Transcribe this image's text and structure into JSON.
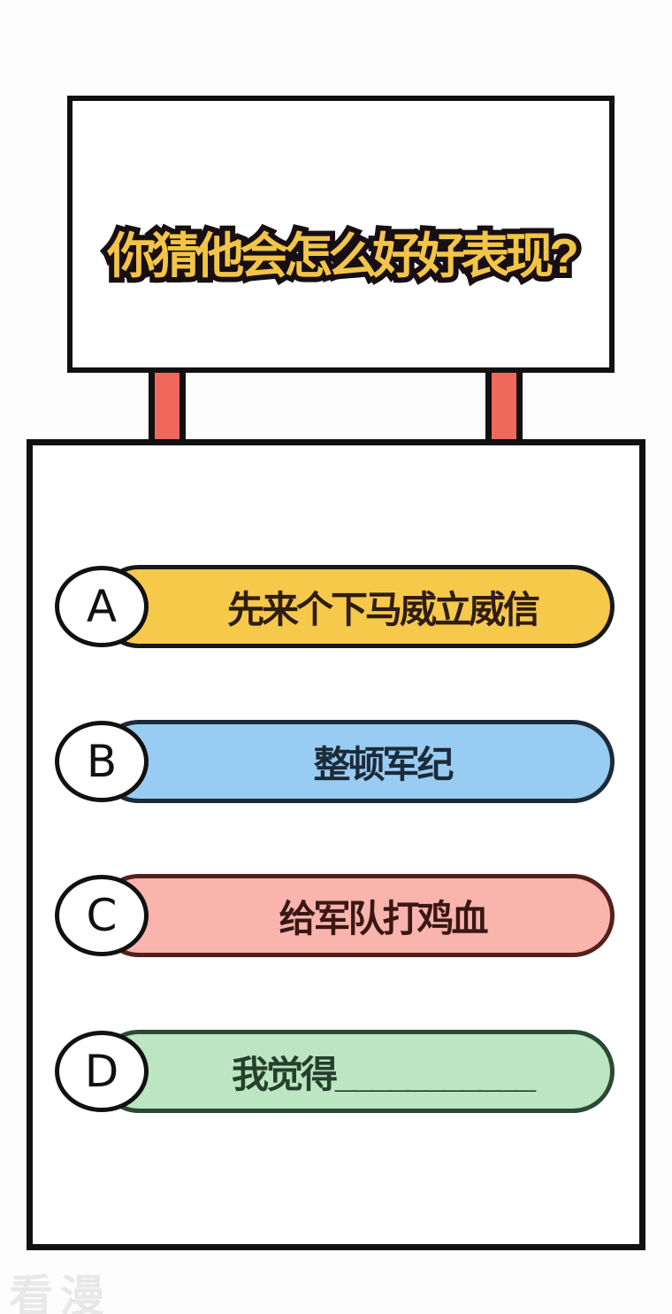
{
  "sign": {
    "title": "你猜他会怎么好好表现?",
    "title_fill_color": "#F3C546",
    "title_outline_color": "#170F14"
  },
  "posts": {
    "fill_color": "#F0685C",
    "border_color": "#101010"
  },
  "options": [
    {
      "letter": "A",
      "label": "先来个下马威立威信",
      "fill": "#F6C94B",
      "border": "#181818",
      "text_color": "#2E1D10"
    },
    {
      "letter": "B",
      "label": "整顿军纪",
      "fill": "#99CCF2",
      "border": "#1C2B3A",
      "text_color": "#1C2B3A"
    },
    {
      "letter": "C",
      "label": "给军队打鸡血",
      "fill": "#F8B4AD",
      "border": "#571F1B",
      "text_color": "#3A1713"
    },
    {
      "letter": "D",
      "label": "我觉得___________",
      "fill": "#BCE5C1",
      "border": "#2A4A33",
      "text_color": "#25402C"
    }
  ],
  "watermark": {
    "text": "看漫",
    "color": "#E8E8E8"
  }
}
